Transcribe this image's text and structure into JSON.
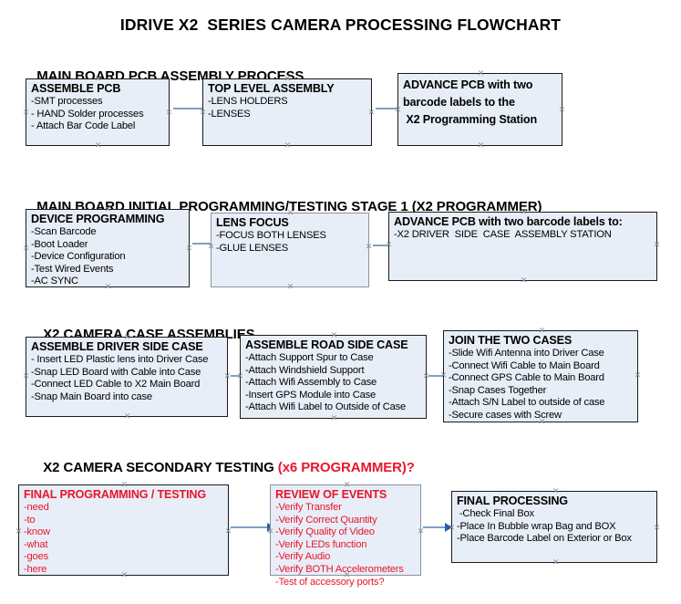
{
  "document": {
    "title": "IDRIVE X2  SERIES CAMERA PROCESSING FLOWCHART"
  },
  "sections": [
    {
      "heading": "MAIN BOARD PCB ASSEMBLY PROCESS",
      "heading_note": "",
      "boxes": [
        {
          "title": "ASSEMBLE PCB",
          "lines": [
            "-SMT processes",
            "- HAND Solder processes",
            "- Attach Bar Code Label"
          ]
        },
        {
          "title": "TOP LEVEL ASSEMBLY",
          "lines": [
            "-LENS HOLDERS",
            "-LENSES"
          ]
        },
        {
          "title": "ADVANCE PCB with two\nbarcode labels to the\n X2 Programming Station",
          "lines": []
        }
      ]
    },
    {
      "heading": "MAIN BOARD INITIAL PROGRAMMING/TESTING STAGE 1 (X2 PROGRAMMER)",
      "heading_note": "",
      "boxes": [
        {
          "title": "DEVICE PROGRAMMING",
          "lines": [
            "-Scan Barcode",
            "-Boot Loader",
            "-Device Configuration",
            "-Test Wired Events",
            "-AC SYNC"
          ]
        },
        {
          "title": "LENS FOCUS",
          "lines": [
            "-FOCUS BOTH LENSES",
            "-GLUE LENSES"
          ]
        },
        {
          "title": "ADVANCE PCB with two barcode labels to:",
          "lines": [
            "-X2 DRIVER  SIDE  CASE  ASSEMBLY STATION"
          ]
        }
      ]
    },
    {
      "heading": "X2 CAMERA CASE ASSEMBLIES",
      "heading_note": "",
      "boxes": [
        {
          "title": "ASSEMBLE DRIVER SIDE CASE",
          "lines": [
            "- Insert LED Plastic lens into Driver Case",
            "-Snap LED Board with Cable into Case",
            "-Connect LED Cable to X2 Main Board",
            "-Snap Main Board into case"
          ]
        },
        {
          "title": "ASSEMBLE ROAD SIDE CASE",
          "lines": [
            "-Attach Support Spur to Case",
            "-Attach Windshield Support",
            "-Attach Wifi Assembly to Case",
            "-Insert GPS Module into Case",
            "-Attach Wifi Label to Outside of Case"
          ]
        },
        {
          "title": "JOIN THE TWO CASES",
          "lines": [
            "-Slide Wifi Antenna into Driver Case",
            "-Connect Wifi Cable to Main Board",
            "-Connect GPS Cable to Main Board",
            "-Snap Cases Together",
            "-Attach S/N Label to outside of case",
            "-Secure cases with Screw"
          ]
        }
      ]
    },
    {
      "heading": "X2 CAMERA SECONDARY TESTING ",
      "heading_note": "(x6 PROGRAMMER)?",
      "boxes": [
        {
          "title": "FINAL PROGRAMMING / TESTING",
          "lines": [
            "-need",
            "-to",
            "-know",
            "-what",
            "-goes",
            "-here"
          ]
        },
        {
          "title": "REVIEW OF EVENTS",
          "lines": [
            "-Verify Transfer",
            "-Verify Correct Quantity",
            "-Verify Quality of Video",
            "-Verify LEDs function",
            "-Verify Audio",
            "-Verify BOTH Accelerometers",
            "-Test of accessory ports?"
          ]
        },
        {
          "title": "FINAL PROCESSING",
          "lines": [
            " -Check Final Box",
            "-Place In Bubble wrap Bag and BOX",
            "-Place Barcode Label on Exterior or Box"
          ]
        }
      ]
    }
  ],
  "colors": {
    "box_fill": "#e8eef7",
    "box_border": "#1a1a1a",
    "box_border_selected": "#8c92a0",
    "connector_line": "#7f9fc4",
    "connector_head": "#2b5fa8",
    "red_text": "#e8162b",
    "text": "#000000"
  }
}
